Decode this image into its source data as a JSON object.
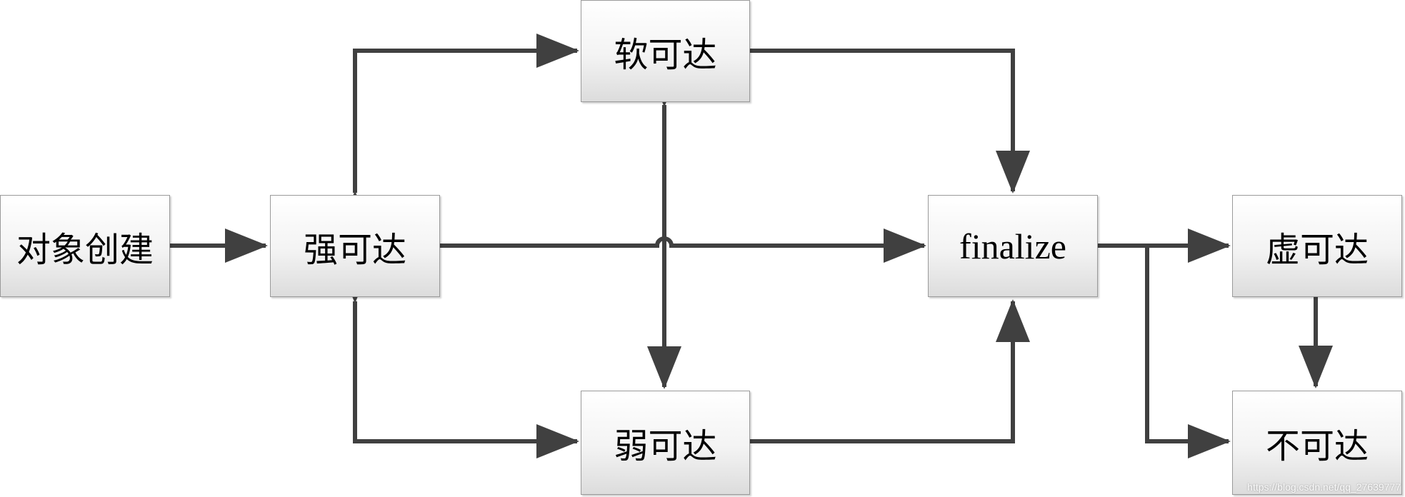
{
  "nodes": {
    "object_created": "对象创建",
    "strongly_reachable": "强可达",
    "softly_reachable": "软可达",
    "weakly_reachable": "弱可达",
    "finalize": "finalize",
    "phantom_reachable": "虚可达",
    "unreachable": "不可达"
  },
  "watermark": "https://blog.csdn.net/qq_27639777",
  "colors": {
    "edge": "#404040",
    "node_border": "#9a9a9a",
    "node_fill_top": "#ffffff",
    "node_fill_bottom": "#dcdcdc"
  }
}
